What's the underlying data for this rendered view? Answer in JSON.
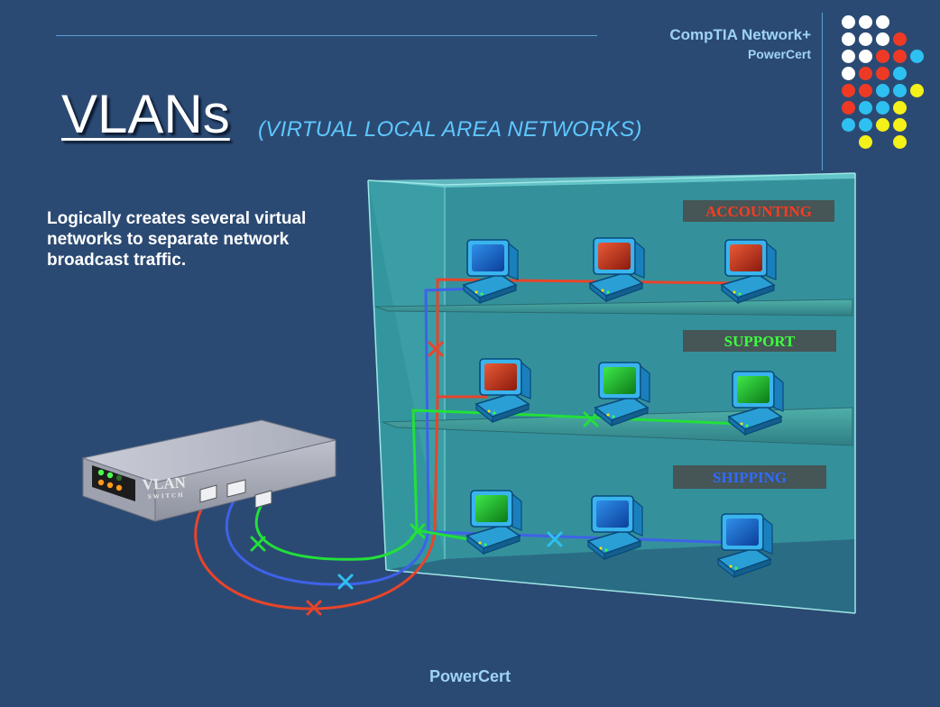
{
  "header": {
    "brand_line1": "CompTIA Network+",
    "brand_line2": "PowerCert"
  },
  "title": "VLANs",
  "subtitle": "(VIRTUAL LOCAL AREA NETWORKS)",
  "description": "Logically creates several virtual networks to separate network broadcast traffic.",
  "departments": [
    {
      "label": "ACCOUNTING",
      "color": "#ff3b1f"
    },
    {
      "label": "SUPPORT",
      "color": "#3cff3c"
    },
    {
      "label": "SHIPPING",
      "color": "#2f6bff"
    }
  ],
  "switch": {
    "label": "VLAN",
    "sublabel": "SWITCH"
  },
  "colors": {
    "red_vlan": "#e8442a",
    "green_vlan": "#22e03a",
    "blue_vlan": "#3e62e8",
    "cyan_accent": "#2ec0f0",
    "background": "#2b4a73"
  },
  "footer": "PowerCert"
}
